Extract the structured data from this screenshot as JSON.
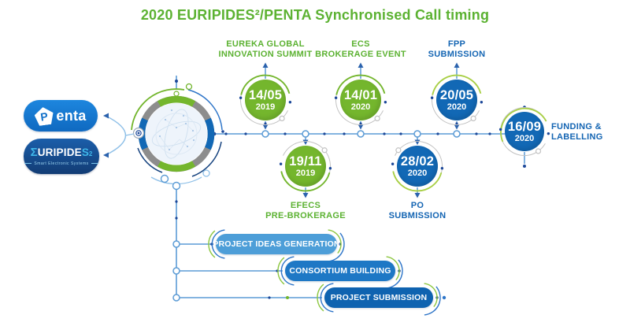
{
  "title": "2020 EURIPIDES²/PENTA Synchronised Call timing",
  "logos": {
    "penta": {
      "icon_letter": "P",
      "text_rest": "enta"
    },
    "euripides": {
      "sigma": "Σ",
      "middle": "URIPIDE",
      "s": "S",
      "sup": "2",
      "tagline": "Smart Electronic Systems"
    }
  },
  "events": [
    {
      "id": "eureka-summit",
      "date": "14/05",
      "year": "2019",
      "label": "EUREKA GLOBAL\nINNOVATION SUMMIT"
    },
    {
      "id": "ecs-brokerage",
      "date": "14/01",
      "year": "2020",
      "label": "ECS\nBROKERAGE EVENT"
    },
    {
      "id": "fpp-submission",
      "date": "20/05",
      "year": "2020",
      "label": "FPP\nSUBMISSION"
    },
    {
      "id": "efecs-pre-brokerage",
      "date": "19/11",
      "year": "2019",
      "label": "EFECS\nPRE-BROKERAGE"
    },
    {
      "id": "po-submission",
      "date": "28/02",
      "year": "2020",
      "label": "PO\nSUBMISSION"
    },
    {
      "id": "funding-labelling",
      "date": "16/09",
      "year": "2020",
      "label": "FUNDING &\nLABELLING"
    }
  ],
  "phases": [
    {
      "id": "project-ideas-generation",
      "label": "PROJECT IDEAS GENERATION"
    },
    {
      "id": "consortium-building",
      "label": "CONSORTIUM BUILDING"
    },
    {
      "id": "project-submission",
      "label": "PROJECT SUBMISSION"
    }
  ],
  "colors": {
    "title_green": "#5cb232",
    "event_green": "#74b62d",
    "event_blue": "#1268b5",
    "label_green": "#5cb232",
    "label_blue": "#1465b3",
    "line_blue": "#5b9bd5",
    "arrow_navy": "#2b62ad",
    "dot_navy": "#1c4899",
    "accent_lime": "#a8cf45",
    "ring_gray": "#8d8d8d",
    "phase_light_blue": "#4d9ed8",
    "phase_mid_blue": "#1e78c5",
    "phase_dark_blue": "#0f63b0",
    "penta_blue": "#1377d4",
    "euripides_navy": "#14437f"
  }
}
